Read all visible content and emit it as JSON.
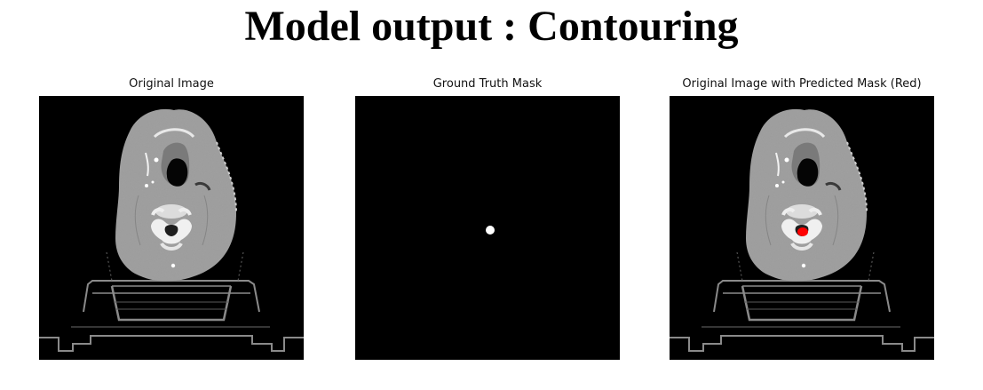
{
  "figure": {
    "title": "Model output : Contouring"
  },
  "panels": [
    {
      "title": "Original Image"
    },
    {
      "title": "Ground Truth Mask"
    },
    {
      "title": "Original Image with Predicted Mask (Red)"
    }
  ],
  "colors": {
    "background": "#000000",
    "mask": "#ffffff",
    "predicted_mask": "#ff0000"
  }
}
